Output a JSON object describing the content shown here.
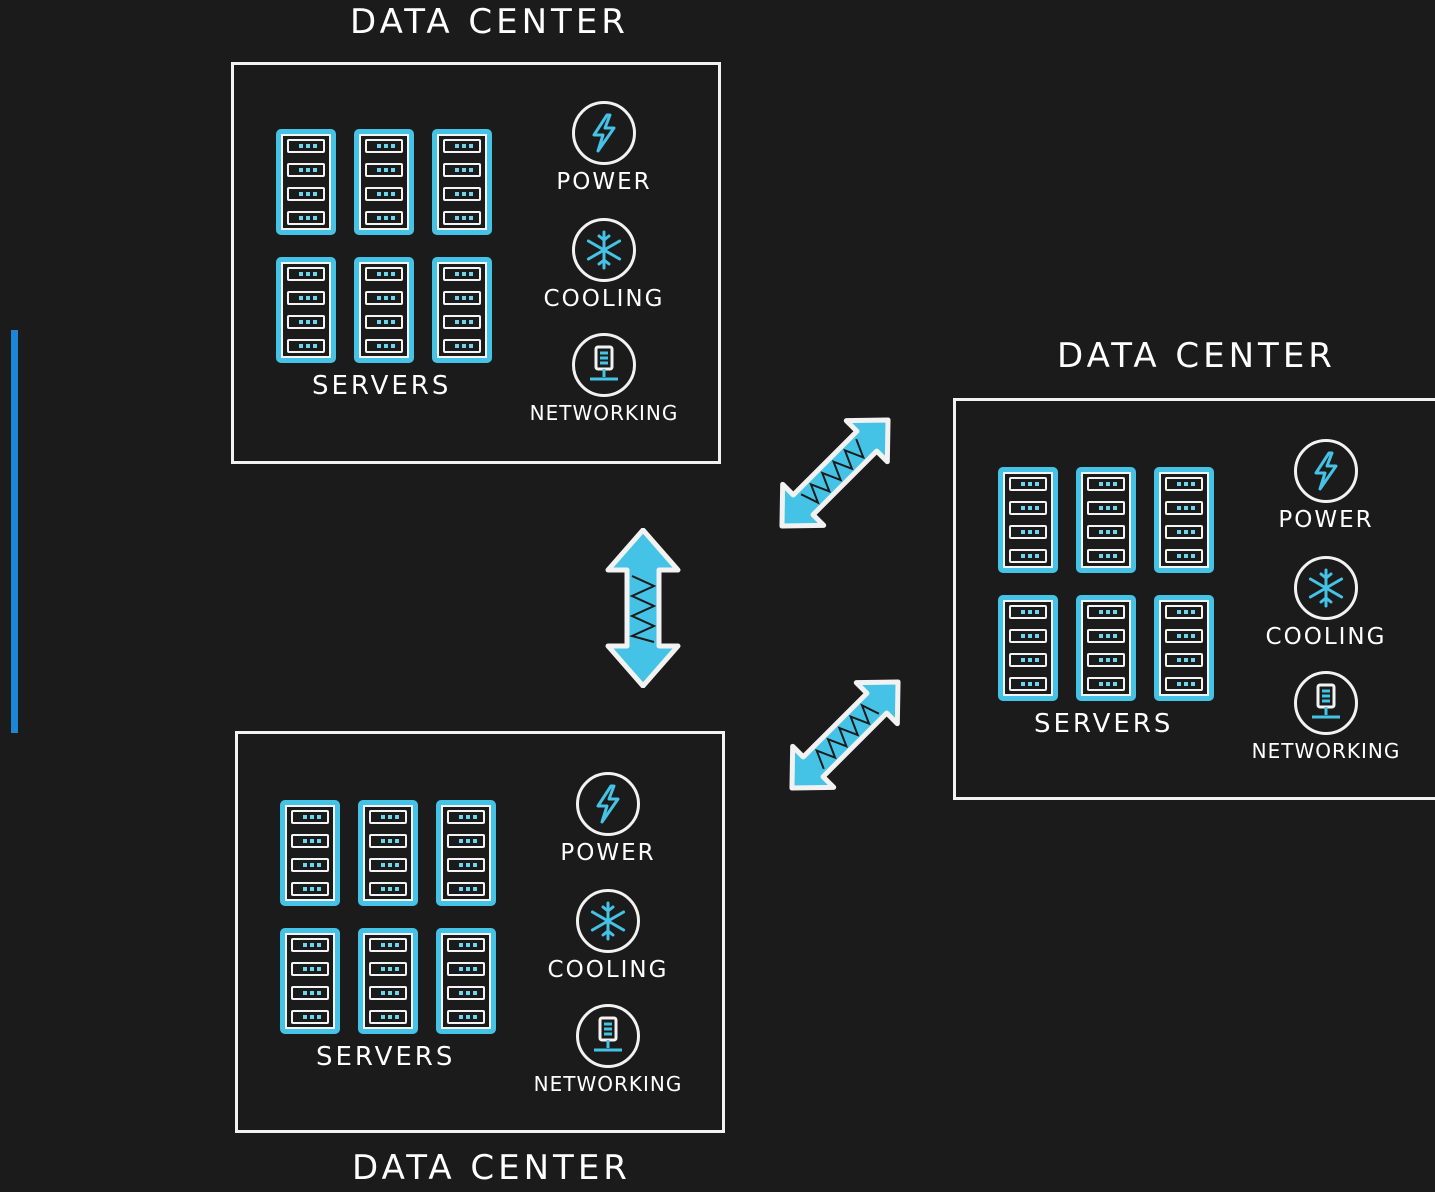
{
  "diagram": {
    "data_centers": [
      {
        "id": "top-left",
        "title": "DATA CENTER",
        "servers_label": "SERVERS",
        "rack_count": 6,
        "features": [
          {
            "label": "POWER",
            "icon": "lightning-icon"
          },
          {
            "label": "COOLING",
            "icon": "snowflake-icon"
          },
          {
            "label": "NETWORKING",
            "icon": "network-server-icon"
          }
        ]
      },
      {
        "id": "right",
        "title": "DATA CENTER",
        "servers_label": "SERVERS",
        "rack_count": 6,
        "features": [
          {
            "label": "POWER",
            "icon": "lightning-icon"
          },
          {
            "label": "COOLING",
            "icon": "snowflake-icon"
          },
          {
            "label": "NETWORKING",
            "icon": "network-server-icon"
          }
        ]
      },
      {
        "id": "bottom-left",
        "title": "DATA CENTER",
        "servers_label": "SERVERS",
        "rack_count": 6,
        "features": [
          {
            "label": "POWER",
            "icon": "lightning-icon"
          },
          {
            "label": "COOLING",
            "icon": "snowflake-icon"
          },
          {
            "label": "NETWORKING",
            "icon": "network-server-icon"
          }
        ]
      }
    ],
    "connections": [
      {
        "from": "top-left",
        "to": "right",
        "icon": "double-arrow-icon"
      },
      {
        "from": "top-left",
        "to": "bottom-left",
        "icon": "double-arrow-icon"
      },
      {
        "from": "bottom-left",
        "to": "right",
        "icon": "double-arrow-icon"
      }
    ],
    "colors": {
      "background": "#1b1b1b",
      "outline": "#f2f2f2",
      "accent": "#45c3e6",
      "side_bar": "#1e86d6"
    }
  }
}
